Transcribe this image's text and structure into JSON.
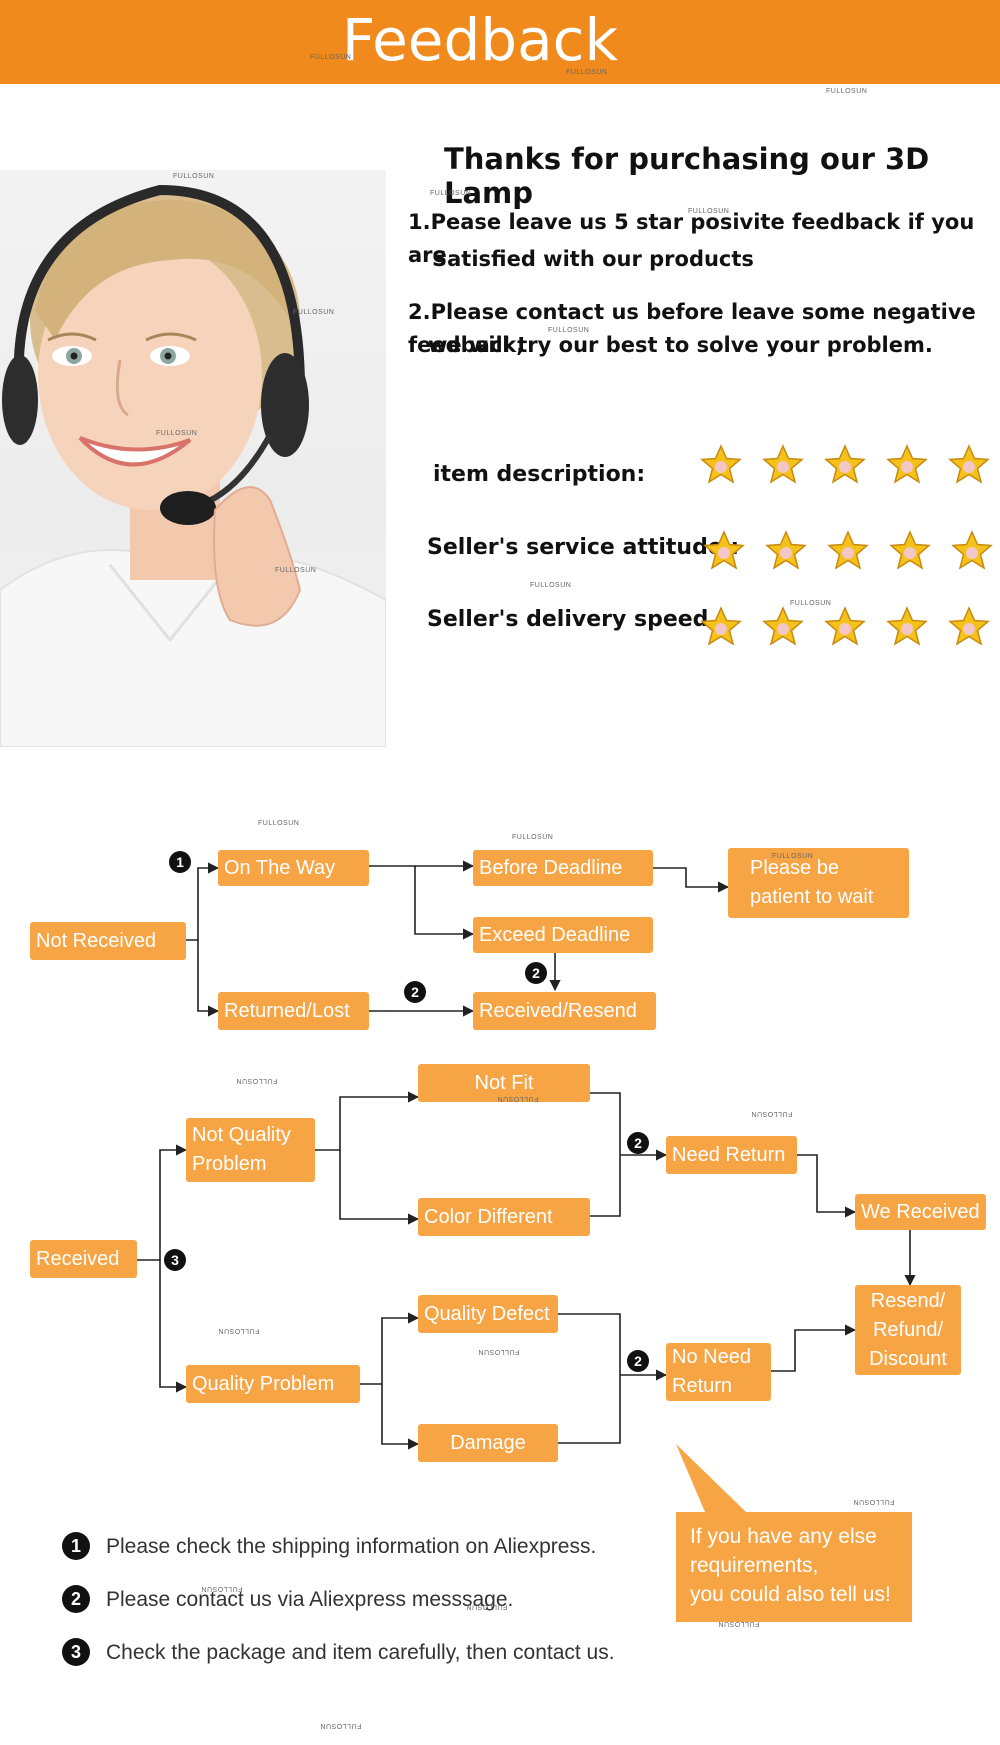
{
  "header": {
    "title": "Feedback"
  },
  "watermark": "FULLOSUN",
  "intro": {
    "heading": "Thanks for purchasing our 3D Lamp",
    "line1a": "1.Pease leave us 5 star posivite feedback if you are",
    "line1b": "Satisfied with our products",
    "line2a": "2.Please contact us before leave some negative feedback,",
    "line2b": "we will try our best to solve your problem."
  },
  "ratings": [
    {
      "label": "item description:",
      "stars": 5
    },
    {
      "label": "Seller's service attitude :",
      "stars": 5
    },
    {
      "label": "Seller's delivery speed :",
      "stars": 5
    }
  ],
  "colors": {
    "header": "#f08a1c",
    "box": "#f7a445",
    "star": "#f5c21b"
  },
  "flow_top": {
    "not_received": "Not Received",
    "on_the_way": "On The Way",
    "returned_lost": "Returned/Lost",
    "before_deadline": "Before Deadline",
    "exceed_deadline": "Exceed Deadline",
    "received_resend": "Received/Resend",
    "please_wait_1": "Please be",
    "please_wait_2": "patient to wait"
  },
  "flow_bottom": {
    "received": "Received",
    "not_quality_1": "Not Quality",
    "not_quality_2": "Problem",
    "quality_problem": "Quality Problem",
    "not_fit": "Not Fit",
    "color_different": "Color Different",
    "quality_defect": "Quality Defect",
    "damage": "Damage",
    "need_return": "Need Return",
    "no_need_1": "No Need",
    "no_need_2": "Return",
    "we_received": "We Received",
    "resend_1": "Resend/",
    "resend_2": "Refund/",
    "resend_3": "Discount"
  },
  "markers": {
    "one": "1",
    "two": "2",
    "three": "3"
  },
  "bubble": {
    "line1": "If you have any else",
    "line2": "requirements,",
    "line3": "you could also tell us!"
  },
  "notes": [
    {
      "num": "1",
      "text": "Please check the shipping information on Aliexpress."
    },
    {
      "num": "2",
      "text": "Please contact us via Aliexpress messsage."
    },
    {
      "num": "3",
      "text": "Check the package and item carefully, then contact us."
    }
  ]
}
